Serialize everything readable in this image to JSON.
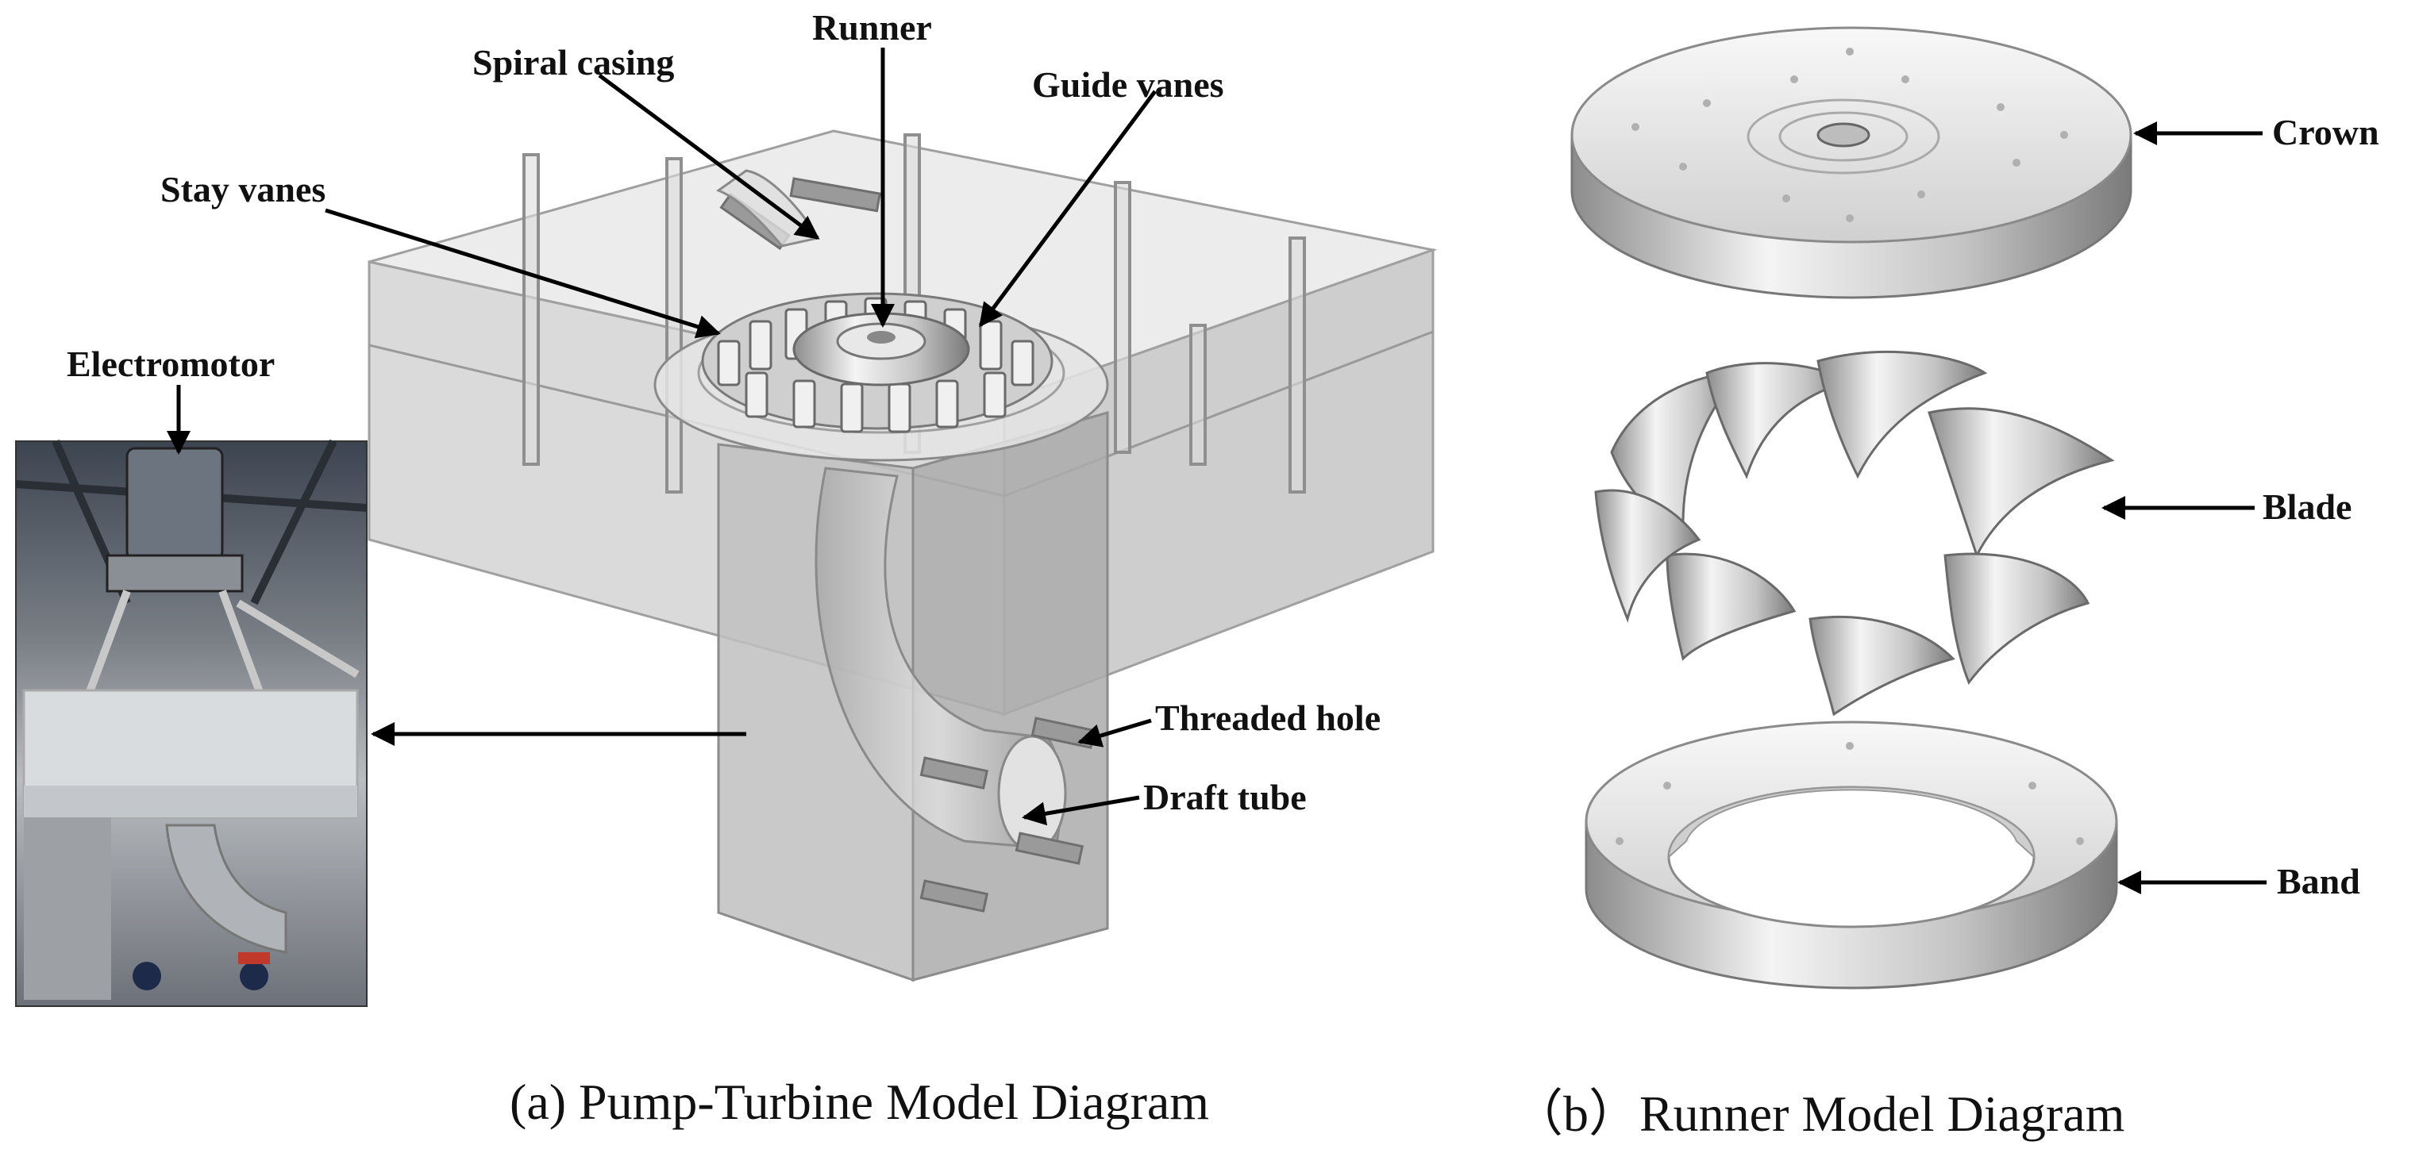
{
  "panel_a": {
    "labels": {
      "spiral_casing": "Spiral casing",
      "runner": "Runner",
      "guide_vanes": "Guide vanes",
      "stay_vanes": "Stay vanes",
      "electromotor": "Electromotor",
      "threaded_hole": "Threaded hole",
      "draft_tube": "Draft tube"
    },
    "caption": "(a) Pump-Turbine Model Diagram"
  },
  "panel_b": {
    "labels": {
      "crown": "Crown",
      "blade": "Blade",
      "band": "Band"
    },
    "caption": "（b）Runner Model Diagram"
  },
  "colors": {
    "arrow": "#000000",
    "box_fill": "#d7d7d7",
    "box_edge": "#9a9a9a",
    "metal_light": "#f2f2f2",
    "metal_dark": "#9c9c9c",
    "photo_dark": "#5a5f66"
  }
}
